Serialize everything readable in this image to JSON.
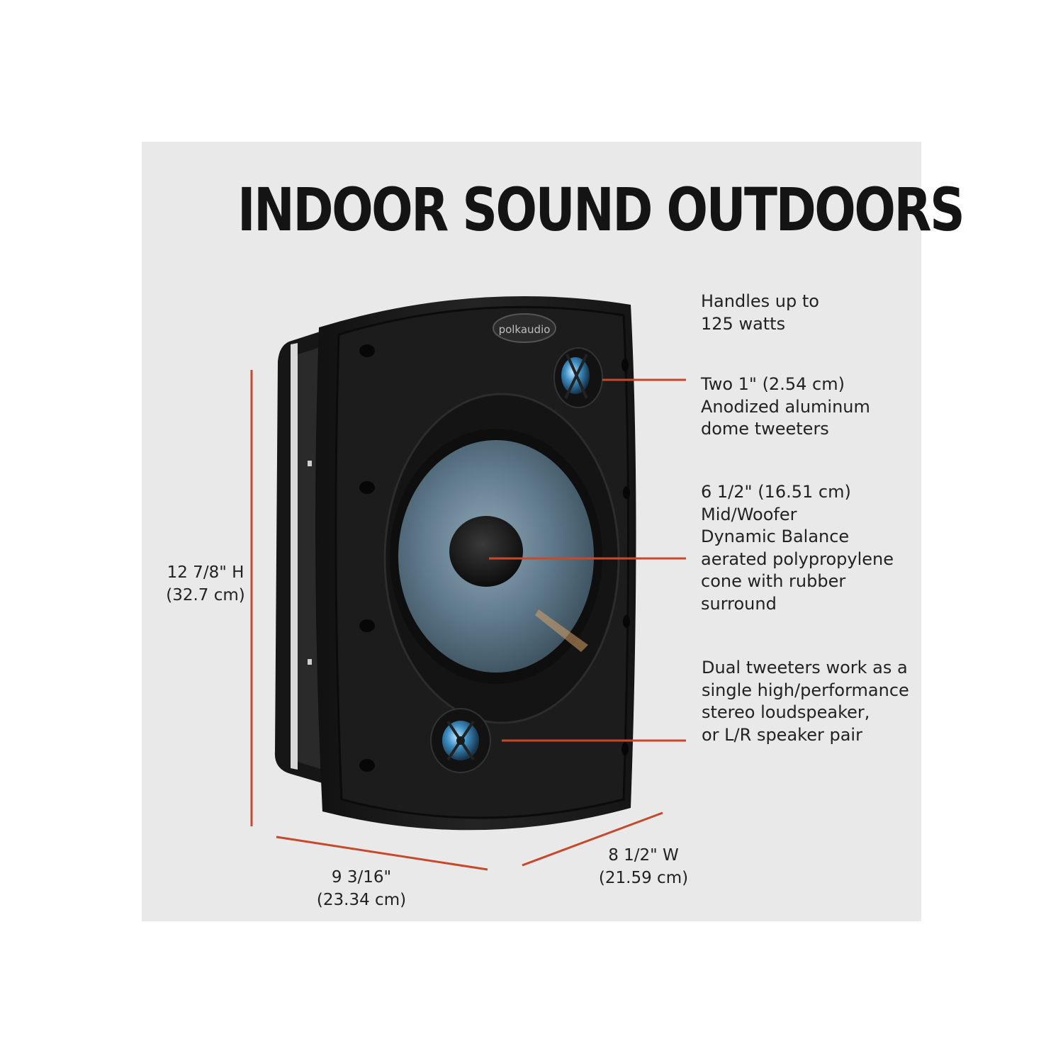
{
  "headline": "INDOOR SOUND OUTDOORS",
  "brand_logo_text": "polkaudio",
  "accent_color": "#c8482c",
  "specs": {
    "power": [
      "Handles up to",
      "125 watts"
    ],
    "tweeters": [
      "Two 1\" (2.54 cm)",
      "Anodized aluminum",
      "dome tweeters"
    ],
    "woofer": [
      "6 1/2\" (16.51 cm)",
      "Mid/Woofer",
      "Dynamic Balance",
      "aerated polypropylene",
      "cone with rubber",
      "surround"
    ],
    "dual": [
      "Dual tweeters work as a",
      "single high/performance",
      "stereo loudspeaker,",
      "or L/R speaker pair"
    ]
  },
  "dimensions": {
    "height": [
      "12 7/8\" H",
      "(32.7 cm)"
    ],
    "depth": [
      "9 3/16\"",
      "(23.34 cm)"
    ],
    "width": [
      "8 1/2\" W",
      "(21.59 cm)"
    ]
  }
}
